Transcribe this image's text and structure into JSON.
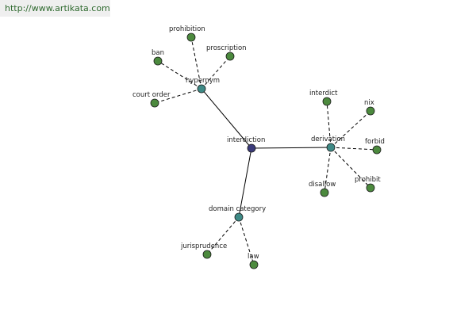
{
  "header": {
    "url": "http://www.artikata.com"
  },
  "colors": {
    "root_node": "#3a3a7a",
    "category_node": "#3e8a86",
    "leaf_node": "#4c8a3e",
    "edge": "#000000",
    "url_text": "#2f6a2f"
  },
  "graph": {
    "root": "interdiction",
    "groups": [
      {
        "category": "hypernym",
        "terms": [
          "prohibition",
          "proscription",
          "ban",
          "court order"
        ]
      },
      {
        "category": "derivation",
        "terms": [
          "interdict",
          "nix",
          "forbid",
          "prohibit",
          "disallow"
        ]
      },
      {
        "category": "domain category",
        "terms": [
          "jurisprudence",
          "law"
        ]
      }
    ]
  }
}
